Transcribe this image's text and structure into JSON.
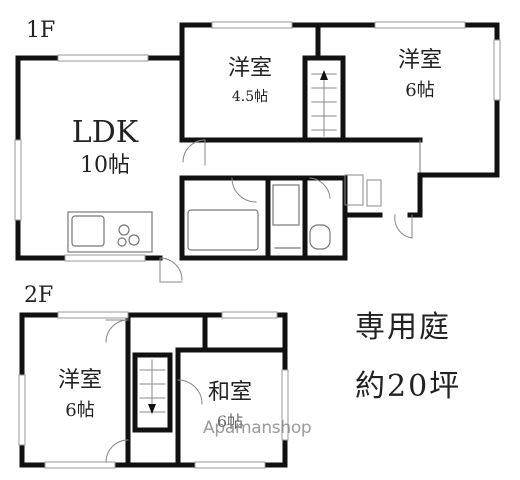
{
  "floors": {
    "first": {
      "tag": "1F",
      "rooms": {
        "ldk": {
          "name": "LDK",
          "size": "10帖"
        },
        "western1": {
          "name": "洋室",
          "size": "4.5帖"
        },
        "western2": {
          "name": "洋室",
          "size": "6帖"
        }
      }
    },
    "second": {
      "tag": "2F",
      "rooms": {
        "western": {
          "name": "洋室",
          "size": "6帖"
        },
        "japanese": {
          "name": "和室",
          "size": "6帖"
        }
      }
    }
  },
  "garden": {
    "line1": "専用庭",
    "line2": "約20坪"
  },
  "watermark": "Apamanshop",
  "colors": {
    "wall": "#111111",
    "thin": "#8a8a8a",
    "window": "#9a9a9a"
  }
}
